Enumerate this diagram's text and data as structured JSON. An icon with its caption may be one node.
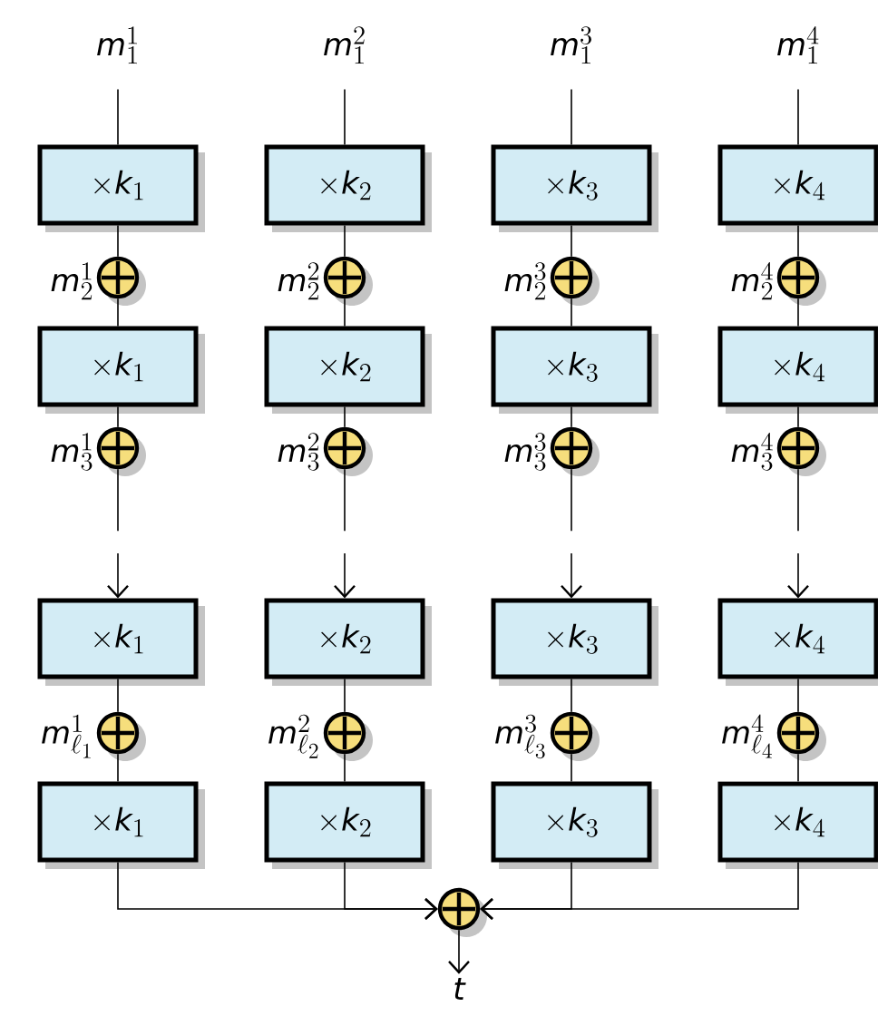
{
  "diagram": {
    "nodes": [
      {
        "text": [
          "m^{1}_{1}"
        ]
      },
      {
        "text": [
          "m^{2}_{1}"
        ]
      },
      {
        "text": [
          "m^{3}_{1}"
        ]
      },
      {
        "text": [
          "m^{4}_{1}"
        ]
      },
      {
        "text": [
          "\\times k_{1}"
        ]
      },
      {
        "text": [
          "\\times k_{2}"
        ]
      },
      {
        "text": [
          "\\times k_{3}"
        ]
      },
      {
        "text": [
          "\\times k_{4}"
        ]
      },
      {
        "text": [],
        "shape": "circle",
        "beside": [
          "m^{1}_{2}"
        ]
      },
      {
        "text": [],
        "shape": "circle",
        "beside": [
          "m^{2}_{2}"
        ]
      },
      {
        "text": [],
        "shape": "circle",
        "beside": [
          "m^{3}_{2}"
        ]
      },
      {
        "text": [],
        "shape": "circle",
        "beside": [
          "m^{4}_{2}"
        ]
      },
      {
        "text": [
          "\\times k_{1}"
        ]
      },
      {
        "text": [
          "\\times k_{2}"
        ]
      },
      {
        "text": [
          "\\times k_{3}"
        ]
      },
      {
        "text": [
          "\\times k_{4}"
        ]
      },
      {
        "text": [],
        "shape": "circle",
        "beside": [
          "m^{1}_{3}"
        ]
      },
      {
        "text": [],
        "shape": "circle",
        "beside": [
          "m^{2}_{3}"
        ]
      },
      {
        "text": [],
        "shape": "circle",
        "beside": [
          "m^{3}_{3}"
        ]
      },
      {
        "text": [],
        "shape": "circle",
        "beside": [
          "m^{4}_{3}"
        ]
      },
      {
        "text": [
          "\\times k_{1}"
        ]
      },
      {
        "text": [
          "\\times k_{2}"
        ]
      },
      {
        "text": [
          "\\times k_{3}"
        ]
      },
      {
        "text": [
          "\\times k_{4}"
        ]
      },
      {
        "text": [],
        "shape": "circle",
        "beside": [
          "m^{1}_{\\ell_{1}}"
        ]
      },
      {
        "text": [],
        "shape": "circle",
        "beside": [
          "m^{2}_{\\ell_{2}}"
        ]
      },
      {
        "text": [],
        "shape": "circle",
        "beside": [
          "m^{3}_{\\ell_{3}}"
        ]
      },
      {
        "text": [],
        "shape": "circle",
        "beside": [
          "m^{4}_{\\ell_{4}}"
        ]
      },
      {
        "text": [
          "\\times k_{1}"
        ]
      },
      {
        "text": [
          "\\times k_{2}"
        ]
      },
      {
        "text": [
          "\\times k_{3}"
        ]
      },
      {
        "text": [
          "\\times k_{4}"
        ]
      },
      {
        "text": [],
        "shape": "circle"
      },
      {
        "text": [
          "t"
        ]
      }
    ],
    "edges": [
      {
        "from": 0,
        "to": 4,
        "arrow": "none"
      },
      {
        "from": 4,
        "to": 8,
        "arrow": "none"
      },
      {
        "from": 8,
        "to": 12,
        "arrow": "none"
      },
      {
        "from": 12,
        "to": 16,
        "arrow": "none"
      },
      {
        "from": 16,
        "to": null,
        "arrow": "none"
      },
      {
        "from": null,
        "to": 20,
        "arrow": "to"
      },
      {
        "from": 20,
        "to": 24,
        "arrow": "none"
      },
      {
        "from": 24,
        "to": 28,
        "arrow": "none"
      },
      {
        "from": 28,
        "to": 32,
        "arrow": "to"
      },
      {
        "from": 1,
        "to": 5,
        "arrow": "none"
      },
      {
        "from": 5,
        "to": 9,
        "arrow": "none"
      },
      {
        "from": 9,
        "to": 13,
        "arrow": "none"
      },
      {
        "from": 13,
        "to": 17,
        "arrow": "none"
      },
      {
        "from": 17,
        "to": null,
        "arrow": "none"
      },
      {
        "from": null,
        "to": 21,
        "arrow": "to"
      },
      {
        "from": 21,
        "to": 25,
        "arrow": "none"
      },
      {
        "from": 25,
        "to": 29,
        "arrow": "none"
      },
      {
        "from": 29,
        "to": 32,
        "arrow": "to"
      },
      {
        "from": 2,
        "to": 6,
        "arrow": "none"
      },
      {
        "from": 6,
        "to": 10,
        "arrow": "none"
      },
      {
        "from": 10,
        "to": 14,
        "arrow": "none"
      },
      {
        "from": 14,
        "to": 18,
        "arrow": "none"
      },
      {
        "from": 18,
        "to": null,
        "arrow": "none"
      },
      {
        "from": null,
        "to": 22,
        "arrow": "to"
      },
      {
        "from": 22,
        "to": 26,
        "arrow": "none"
      },
      {
        "from": 26,
        "to": 30,
        "arrow": "none"
      },
      {
        "from": 30,
        "to": 32,
        "arrow": "to"
      },
      {
        "from": 3,
        "to": 7,
        "arrow": "none"
      },
      {
        "from": 7,
        "to": 11,
        "arrow": "none"
      },
      {
        "from": 11,
        "to": 15,
        "arrow": "none"
      },
      {
        "from": 15,
        "to": 19,
        "arrow": "none"
      },
      {
        "from": 19,
        "to": null,
        "arrow": "none"
      },
      {
        "from": null,
        "to": 23,
        "arrow": "to"
      },
      {
        "from": 23,
        "to": 27,
        "arrow": "none"
      },
      {
        "from": 27,
        "to": 31,
        "arrow": "none"
      },
      {
        "from": 31,
        "to": 32,
        "arrow": "to"
      },
      {
        "from": 32,
        "to": 33,
        "arrow": "to"
      }
    ]
  }
}
